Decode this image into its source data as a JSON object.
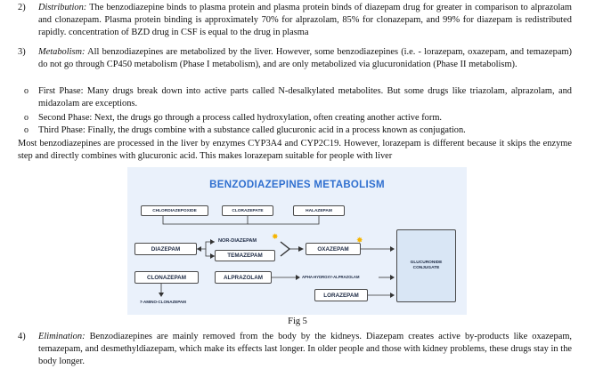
{
  "item2": {
    "number": "2)",
    "heading": "Distribution:",
    "text": " The benzodiazepine binds to plasma protein and plasma protein binds of diazepam drug for greater in comparison to alprazolam and clonazepam. Plasma protein binding is approximately 70% for alprazolam, 85% for clonazepam, and 99% for diazepam is redistributed rapidly. concentration of BZD drug in CSF is equal to the drug in plasma"
  },
  "item3": {
    "number": "3)",
    "heading": "Metabolism:",
    "text": " All benzodiazepines are metabolized by the liver. However, some benzodiazepines (i.e. - lorazepam, oxazepam, and temazepam) do not go through CP450 metabolism (Phase I metabolism), and are only metabolized via glucuronidation (Phase II metabolism)."
  },
  "phases": [
    {
      "bullet": "o",
      "text": "First Phase: Many drugs break down into active parts called N-desalkylated metabolites. But some drugs like triazolam, alprazolam, and midazolam are exceptions."
    },
    {
      "bullet": "o",
      "text": "Second Phase: Next, the drugs go through a process called hydroxylation, often creating another active form."
    },
    {
      "bullet": "o",
      "text": "Third Phase: Finally, the drugs combine with a substance called glucuronic acid in a process known as conjugation."
    }
  ],
  "summary": "Most benzodiazepines are processed in the liver by enzymes CYP3A4 and CYP2C19. However, lorazepam is different because it skips the enzyme step and directly combines with glucuronic acid. This makes lorazepam suitable for people with liver",
  "figure": {
    "title": "BENZODIAZEPINES METABOLISM",
    "boxes": {
      "chlordiazepoxide": "CHLORDIAZEPOXIDE",
      "clorazepate": "CLORAZEPATE",
      "halazepam": "HALAZEPAM",
      "diazepam": "DIAZEPAM",
      "nor_diazepam": "NOR-DIAZEPAM",
      "temazepam": "TEMAZEPAM",
      "oxazepam": "OXAZEPAM",
      "glucuronide": "GLUCURONIDE CONJUGATE",
      "clonazepam": "CLONAZEPAM",
      "alprazolam": "ALPRAZOLAM",
      "lorazepam": "LORAZEPAM"
    },
    "labels": {
      "apha": "APHA-HYDROXY-ALPRAZOLAM",
      "amino": "7-AMINO-CLONAZEPAM"
    },
    "star_color": "#f5b400",
    "title_color": "#2f6fcf"
  },
  "caption": "Fig 5",
  "item4": {
    "number": "4)",
    "heading": "Elimination:",
    "text": " Benzodiazepines are mainly removed from the body by the kidneys. Diazepam creates active by-products like oxazepam, temazepam, and desmethyldiazepam, which make its effects last longer. In older people and those with kidney problems, these drugs stay in the body longer."
  }
}
